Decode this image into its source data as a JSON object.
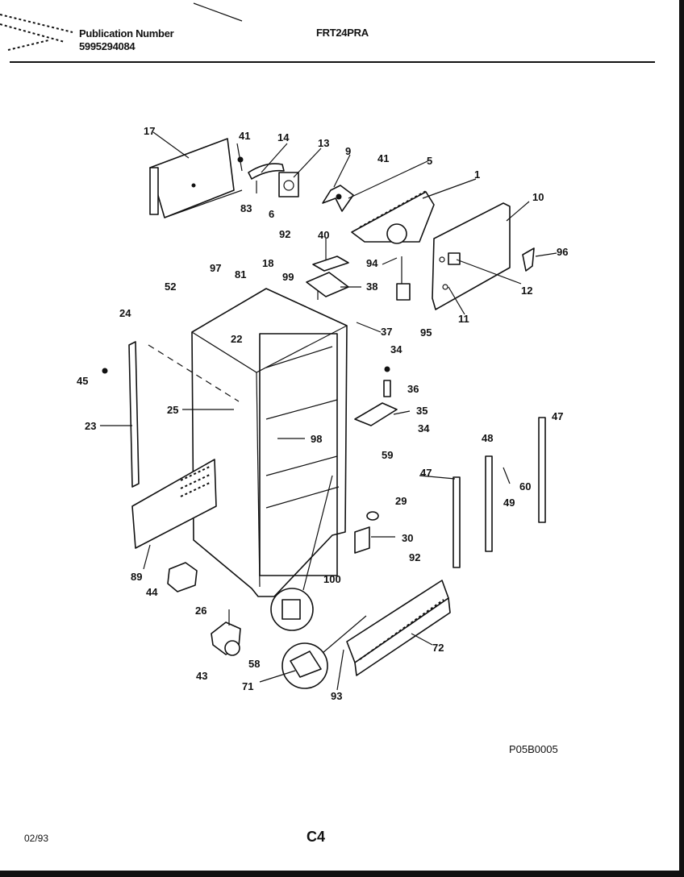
{
  "header": {
    "publication_label": "Publication Number",
    "publication_number": "5995294084",
    "model": "FRT24PRA"
  },
  "footer": {
    "date": "02/93",
    "page": "C4",
    "drawing_code": "P05B0005"
  },
  "part_labels": {
    "p17": "17",
    "p41a": "41",
    "p14": "14",
    "p13": "13",
    "p9": "9",
    "p41b": "41",
    "p5": "5",
    "p1": "1",
    "p10": "10",
    "p83": "83",
    "p6": "6",
    "p92a": "92",
    "p40": "40",
    "p94": "94",
    "p96": "96",
    "p12": "12",
    "p11": "11",
    "p95": "95",
    "p97": "97",
    "p81": "81",
    "p18": "18",
    "p99": "99",
    "p38": "38",
    "p52": "52",
    "p24": "24",
    "p37": "37",
    "p22": "22",
    "p34a": "34",
    "p45": "45",
    "p36": "36",
    "p25": "25",
    "p35": "35",
    "p34b": "34",
    "p23": "23",
    "p98": "98",
    "p59": "59",
    "p47a": "47",
    "p48": "48",
    "p47b": "47",
    "p49": "49",
    "p60": "60",
    "p29": "29",
    "p30": "30",
    "p92b": "92",
    "p89": "89",
    "p100": "100",
    "p44": "44",
    "p26": "26",
    "p72": "72",
    "p58": "58",
    "p43": "43",
    "p71": "71",
    "p93": "93"
  }
}
